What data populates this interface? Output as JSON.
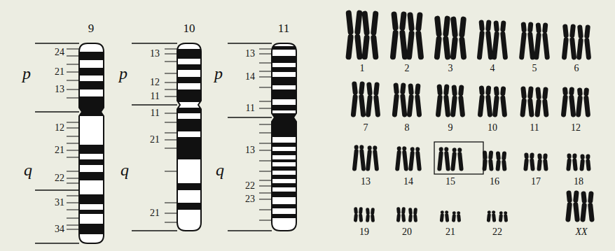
{
  "diagram": {
    "labels": [
      "9",
      "10",
      "11",
      "p",
      "24",
      "21",
      "13",
      "12",
      "q",
      "21",
      "22",
      "31",
      "34",
      "p",
      "13",
      "12",
      "11",
      "11",
      "21",
      "q",
      "21",
      "p",
      "13",
      "14",
      "11",
      "q",
      "13",
      "22",
      "23",
      "1",
      "2",
      "3",
      "4",
      "5",
      "6",
      "7",
      "8",
      "9",
      "10",
      "11",
      "12",
      "13",
      "14",
      "15",
      "16",
      "17",
      "18",
      "19",
      "20",
      "21",
      "22",
      "XX"
    ]
  }
}
